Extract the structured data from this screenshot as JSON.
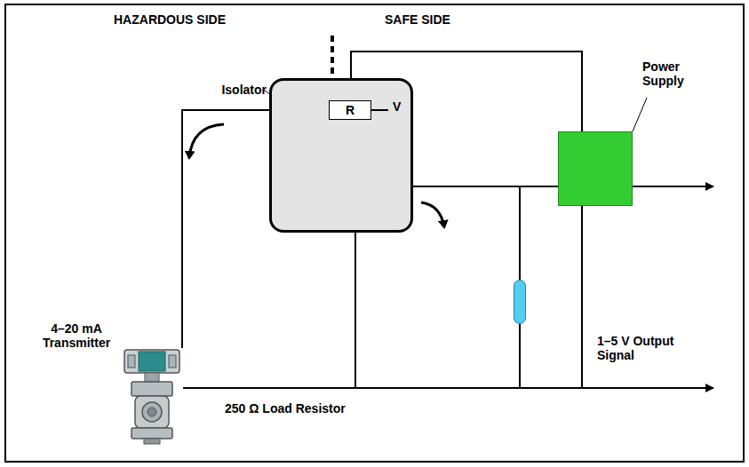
{
  "diagram": {
    "nodes": [
      {
        "text": [
          "Isolator"
        ]
      },
      {
        "text": [
          "R"
        ],
        "in": 0
      },
      {
        "text": [
          "Power Supply"
        ]
      },
      {
        "text": [
          "4–20 mA Transmitter"
        ]
      },
      {
        "text": [
          "250 Ω Load Resistor"
        ]
      }
    ],
    "edges": [
      {
        "from": 0,
        "to": 2,
        "arrow": "none"
      },
      {
        "from": 1,
        "to": 3,
        "arrow": "none"
      },
      {
        "from": 0,
        "to": 4,
        "arrow": "none"
      },
      {
        "from": 4,
        "to": 3,
        "arrow": "none"
      },
      {
        "from": 2,
        "to": 3,
        "arrow": "none"
      },
      {
        "from": 0,
        "to": 3,
        "arrow": "none"
      }
    ],
    "labels": [
      "HAZARDOUS SIDE",
      "SAFE SIDE",
      "V",
      "1–5 V Output Signal"
    ]
  }
}
